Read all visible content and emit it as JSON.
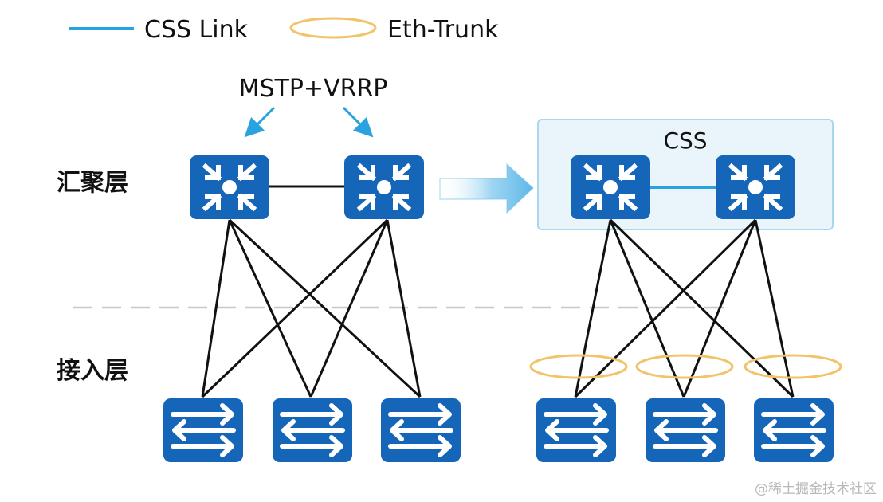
{
  "legend": {
    "css_link_label": "CSS Link",
    "eth_trunk_label": "Eth-Trunk"
  },
  "layers": {
    "aggregation": "汇聚层",
    "access": "接入层"
  },
  "left_topology": {
    "protocol_label": "MSTP+VRRP",
    "aggregation_switches": [
      {
        "id": "agg-l1",
        "icon": "aggregation-switch-icon"
      },
      {
        "id": "agg-l2",
        "icon": "aggregation-switch-icon"
      }
    ],
    "access_switches": [
      {
        "id": "acc-l1",
        "icon": "access-switch-icon"
      },
      {
        "id": "acc-l2",
        "icon": "access-switch-icon"
      },
      {
        "id": "acc-l3",
        "icon": "access-switch-icon"
      }
    ]
  },
  "transition_arrow": {
    "icon": "right-arrow-icon"
  },
  "right_topology": {
    "stack_label": "CSS",
    "aggregation_switches": [
      {
        "id": "agg-r1",
        "icon": "aggregation-switch-icon"
      },
      {
        "id": "agg-r2",
        "icon": "aggregation-switch-icon"
      }
    ],
    "access_switches": [
      {
        "id": "acc-r1",
        "icon": "access-switch-icon"
      },
      {
        "id": "acc-r2",
        "icon": "access-switch-icon"
      },
      {
        "id": "acc-r3",
        "icon": "access-switch-icon"
      }
    ]
  },
  "colors": {
    "switch_blue": "#1565b8",
    "css_link": "#29a3e0",
    "eth_trunk": "#f2c46a",
    "css_box_fill": "#eaf5fb",
    "css_box_stroke": "#a9d7ee",
    "link": "#111111",
    "dashed": "#c8c8c8"
  },
  "watermark": "@稀土掘金技术社区"
}
